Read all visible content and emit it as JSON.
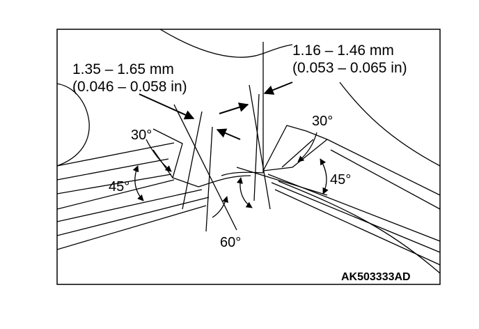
{
  "dimension_left": {
    "line1": "1.35 – 1.65 mm",
    "line2": "(0.046 – 0.058 in)"
  },
  "dimension_right": {
    "line1": "1.16 – 1.46 mm",
    "line2": "(0.053 – 0.065 in)"
  },
  "angles": {
    "left_upper": "30°",
    "left_lower": "45°",
    "bottom": "60°",
    "right_upper": "30°",
    "right_lower": "45°"
  },
  "figure_code": "AK503333AD"
}
